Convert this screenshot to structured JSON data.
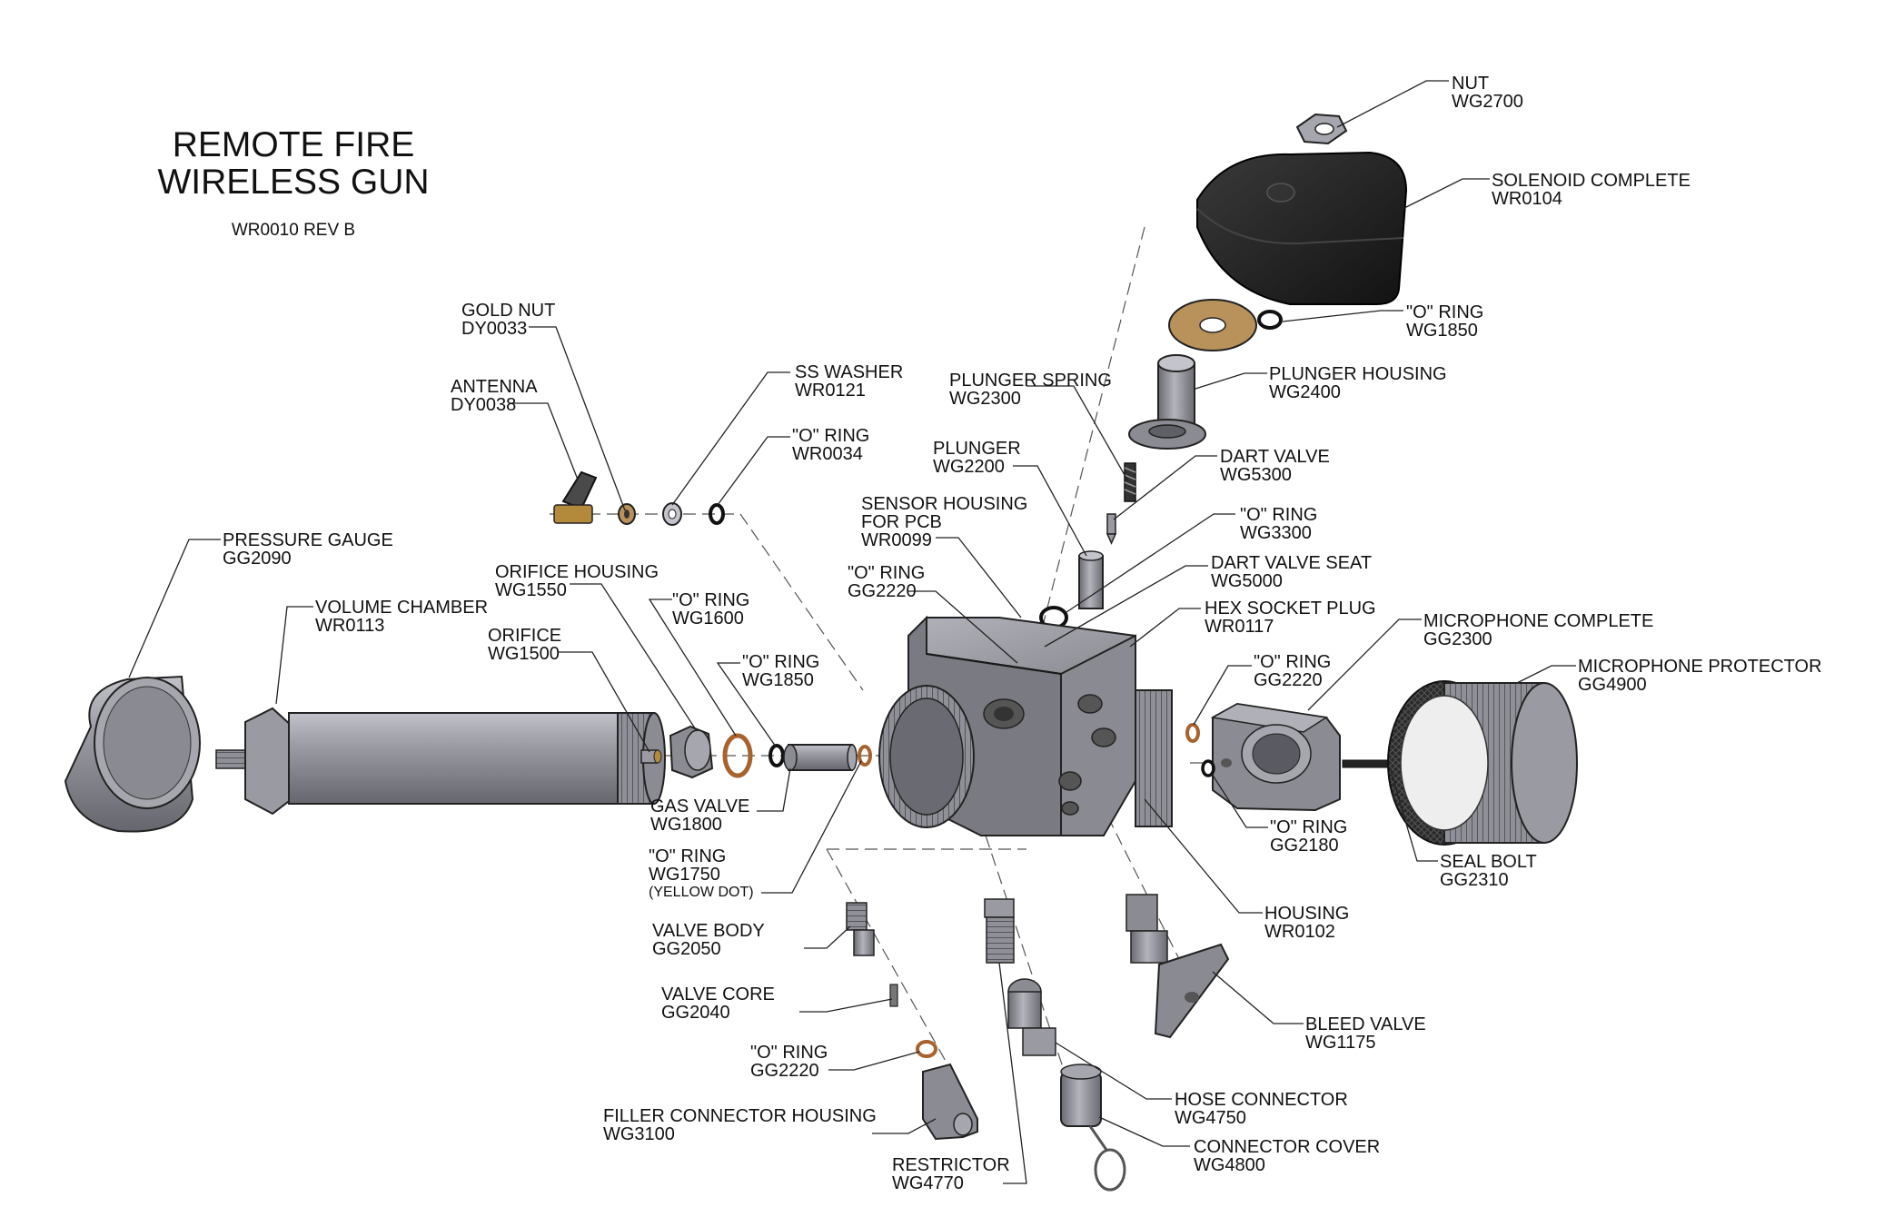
{
  "title": {
    "line1": "REMOTE FIRE",
    "line2": "WIRELESS GUN",
    "doc_number": "WR0010 REV B"
  },
  "colors": {
    "metal": "#8e8e96",
    "metal_light": "#b3b3bb",
    "metal_dark": "#5e5e66",
    "black_part": "#1e1e1e",
    "brass": "#b8925a",
    "copper": "#a8622e",
    "line": "#222222",
    "background": "#ffffff"
  },
  "labels": {
    "nut": {
      "name": "NUT",
      "part": "WG2700"
    },
    "solenoid": {
      "name": "SOLENOID COMPLETE",
      "part": "WR0104"
    },
    "oring_wg1850_top": {
      "name": "\"O\" RING",
      "part": "WG1850"
    },
    "plunger_housing": {
      "name": "PLUNGER HOUSING",
      "part": "WG2400"
    },
    "plunger_spring": {
      "name": "PLUNGER SPRING",
      "part": "WG2300"
    },
    "dart_valve": {
      "name": "DART VALVE",
      "part": "WG5300"
    },
    "plunger": {
      "name": "PLUNGER",
      "part": "WG2200"
    },
    "oring_wg3300": {
      "name": "\"O\" RING",
      "part": "WG3300"
    },
    "dart_valve_seat": {
      "name": "DART VALVE SEAT",
      "part": "WG5000"
    },
    "sensor_housing": {
      "name1": "SENSOR HOUSING",
      "name2": "FOR PCB",
      "part": "WR0099"
    },
    "oring_gg2220_top": {
      "name": "\"O\" RING",
      "part": "GG2220"
    },
    "hex_socket_plug": {
      "name": "HEX SOCKET PLUG",
      "part": "WR0117"
    },
    "gold_nut": {
      "name": "GOLD NUT",
      "part": "DY0033"
    },
    "antenna": {
      "name": "ANTENNA",
      "part": "DY0038"
    },
    "ss_washer": {
      "name": "SS WASHER",
      "part": "WR0121"
    },
    "oring_wr0034": {
      "name": "\"O\" RING",
      "part": "WR0034"
    },
    "pressure_gauge": {
      "name": "PRESSURE GAUGE",
      "part": "GG2090"
    },
    "volume_chamber": {
      "name": "VOLUME CHAMBER",
      "part": "WR0113"
    },
    "orifice_housing": {
      "name": "ORIFICE HOUSING",
      "part": "WG1550"
    },
    "oring_wg1600": {
      "name": "\"O\" RING",
      "part": "WG1600"
    },
    "orifice": {
      "name": "ORIFICE",
      "part": "WG1500"
    },
    "oring_wg1850_mid": {
      "name": "\"O\" RING",
      "part": "WG1850"
    },
    "gas_valve": {
      "name": "GAS VALVE",
      "part": "WG1800"
    },
    "oring_wg1750": {
      "name": "\"O\" RING",
      "part": "WG1750",
      "note": "(YELLOW DOT)"
    },
    "microphone_complete": {
      "name": "MICROPHONE COMPLETE",
      "part": "GG2300"
    },
    "oring_gg2220_right": {
      "name": "\"O\" RING",
      "part": "GG2220"
    },
    "microphone_protector": {
      "name": "MICROPHONE PROTECTOR",
      "part": "GG4900"
    },
    "oring_gg2180": {
      "name": "\"O\" RING",
      "part": "GG2180"
    },
    "seal_bolt": {
      "name": "SEAL BOLT",
      "part": "GG2310"
    },
    "housing": {
      "name": "HOUSING",
      "part": "WR0102"
    },
    "valve_body": {
      "name": "VALVE BODY",
      "part": "GG2050"
    },
    "valve_core": {
      "name": "VALVE CORE",
      "part": "GG2040"
    },
    "bleed_valve": {
      "name": "BLEED VALVE",
      "part": "WG1175"
    },
    "oring_gg2220_bottom": {
      "name": "\"O\" RING",
      "part": "GG2220"
    },
    "hose_connector": {
      "name": "HOSE CONNECTOR",
      "part": "WG4750"
    },
    "filler_connector_housing": {
      "name": "FILLER CONNECTOR HOUSING",
      "part": "WG3100"
    },
    "connector_cover": {
      "name": "CONNECTOR COVER",
      "part": "WG4800"
    },
    "restrictor": {
      "name": "RESTRICTOR",
      "part": "WG4770"
    }
  }
}
